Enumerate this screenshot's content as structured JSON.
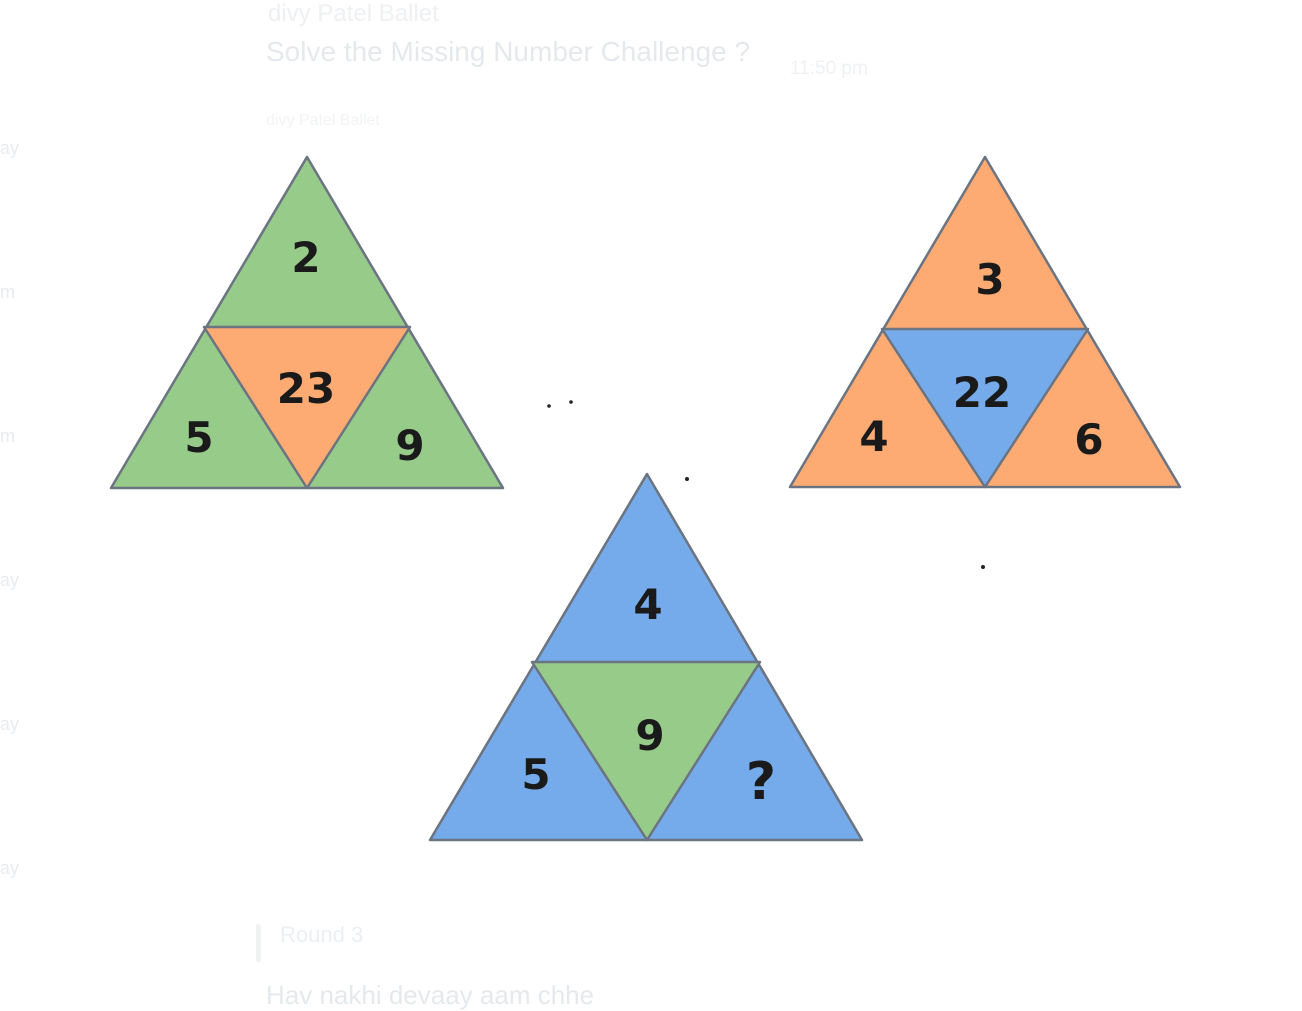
{
  "background_text": {
    "sender": "divy Patel Ballet",
    "message": "Solve the Missing Number Challenge ?",
    "time": "11:50 pm",
    "sub": "divy Patel Ballet",
    "reply_label": "Round 3",
    "next_message": "Hav nakhi devaay aam chhe"
  },
  "edge_labels": [
    "ay",
    "m",
    "m",
    "ay",
    "ay",
    "ay"
  ],
  "colors": {
    "green": "#96cb8a",
    "orange": "#fdab73",
    "blue": "#75abea",
    "stroke": "#6b7480",
    "text": "#1a1a1a"
  },
  "puzzle": {
    "triangles": [
      {
        "id": "left",
        "outer_color": "green",
        "inner_color": "orange",
        "top": "2",
        "left": "5",
        "right": "9",
        "center": "23"
      },
      {
        "id": "right",
        "outer_color": "orange",
        "inner_color": "blue",
        "top": "3",
        "left": "4",
        "right": "6",
        "center": "22"
      },
      {
        "id": "bottom",
        "outer_color": "blue",
        "inner_color": "green",
        "top": "4",
        "left": "5",
        "right": "?",
        "center": "9"
      }
    ]
  }
}
